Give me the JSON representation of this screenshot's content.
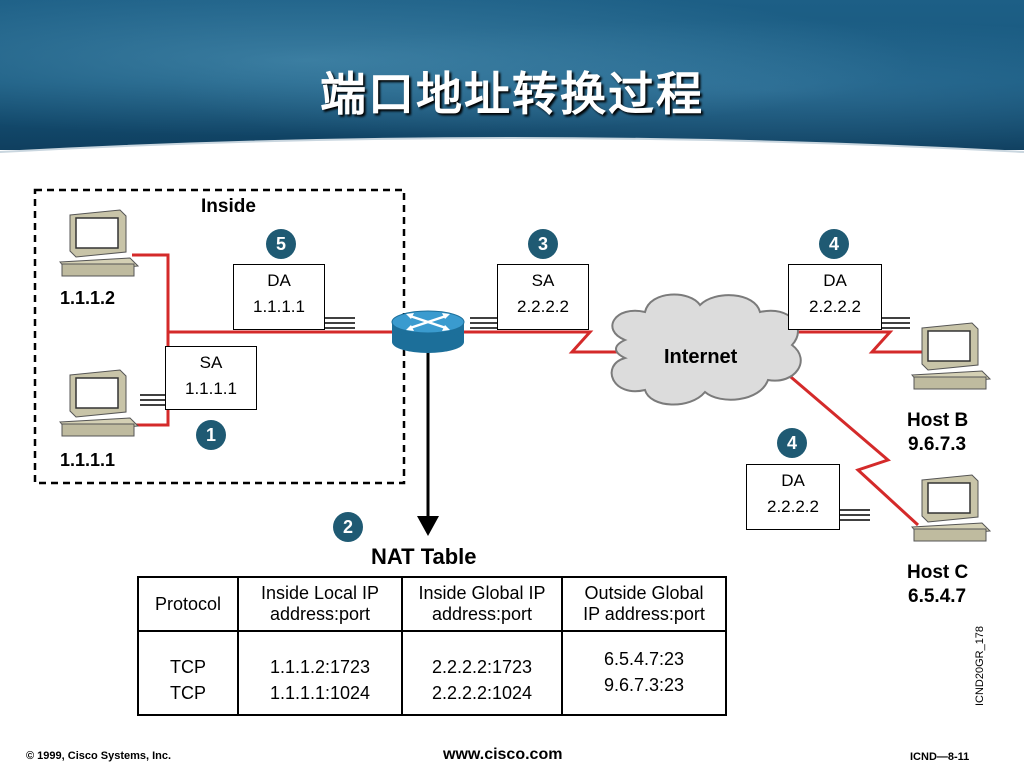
{
  "title": "端口地址转换过程",
  "inside_label": "Inside",
  "hosts": {
    "inside_top": "1.1.1.2",
    "inside_bottom": "1.1.1.1",
    "host_b_name": "Host B",
    "host_b_ip": "9.6.7.3",
    "host_c_name": "Host C",
    "host_c_ip": "6.5.4.7"
  },
  "internet_label": "Internet",
  "packets": {
    "p1": {
      "line1": "SA",
      "line2": "1.1.1.1"
    },
    "p3": {
      "line1": "SA",
      "line2": "2.2.2.2"
    },
    "p4a": {
      "line1": "DA",
      "line2": "2.2.2.2"
    },
    "p4b": {
      "line1": "DA",
      "line2": "2.2.2.2"
    },
    "p5": {
      "line1": "DA",
      "line2": "1.1.1.1"
    }
  },
  "steps": {
    "s1": "1",
    "s2": "2",
    "s3": "3",
    "s4a": "4",
    "s4b": "4",
    "s5": "5"
  },
  "nat_table": {
    "title": "NAT Table",
    "headers": [
      [
        "Protocol",
        ""
      ],
      [
        "Inside Local IP",
        "address:port"
      ],
      [
        "Inside Global IP",
        "address:port"
      ],
      [
        "Outside Global",
        "IP address:port"
      ]
    ],
    "rows": [
      [
        "TCP",
        "1.1.1.2:1723",
        "2.2.2.2:1723",
        "6.5.4.7:23"
      ],
      [
        "TCP",
        "1.1.1.1:1024",
        "2.2.2.2:1024",
        "9.6.7.3:23"
      ]
    ]
  },
  "side_code": "ICND20GR_178",
  "footer": {
    "copyright": "© 1999, Cisco Systems, Inc.",
    "website": "www.cisco.com",
    "page": "ICND—8-11"
  },
  "colors": {
    "link": "#d42a2a",
    "badge": "#1f5a73",
    "banner": "#17577d"
  }
}
